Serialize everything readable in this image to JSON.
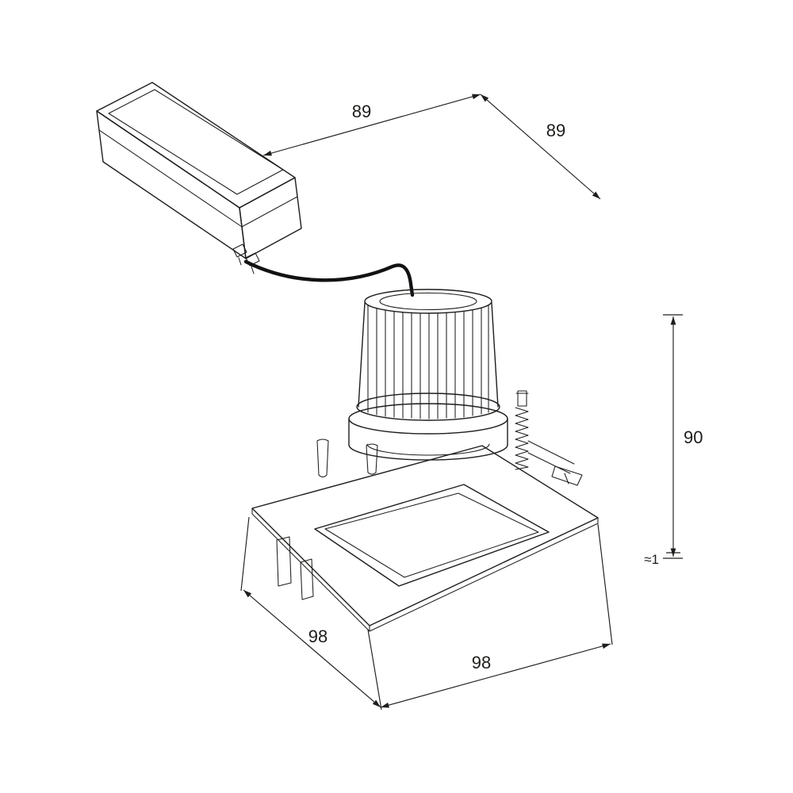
{
  "diagram": {
    "kind": "technical-line-drawing",
    "subject": "square-recessed-led-downlight-with-remote-driver",
    "background_color": "#ffffff",
    "line_color": "#1d1d1b",
    "parts": [
      "driver-box",
      "power-cable",
      "led-heatsink",
      "lamp-housing",
      "spring-clip",
      "square-trim-plate"
    ],
    "labels": {
      "dim_top_width": "89",
      "dim_top_depth": "89",
      "dim_height": "90",
      "dim_trim_edge": "≈1",
      "dim_bottom_width": "98",
      "dim_bottom_depth": "98"
    }
  }
}
